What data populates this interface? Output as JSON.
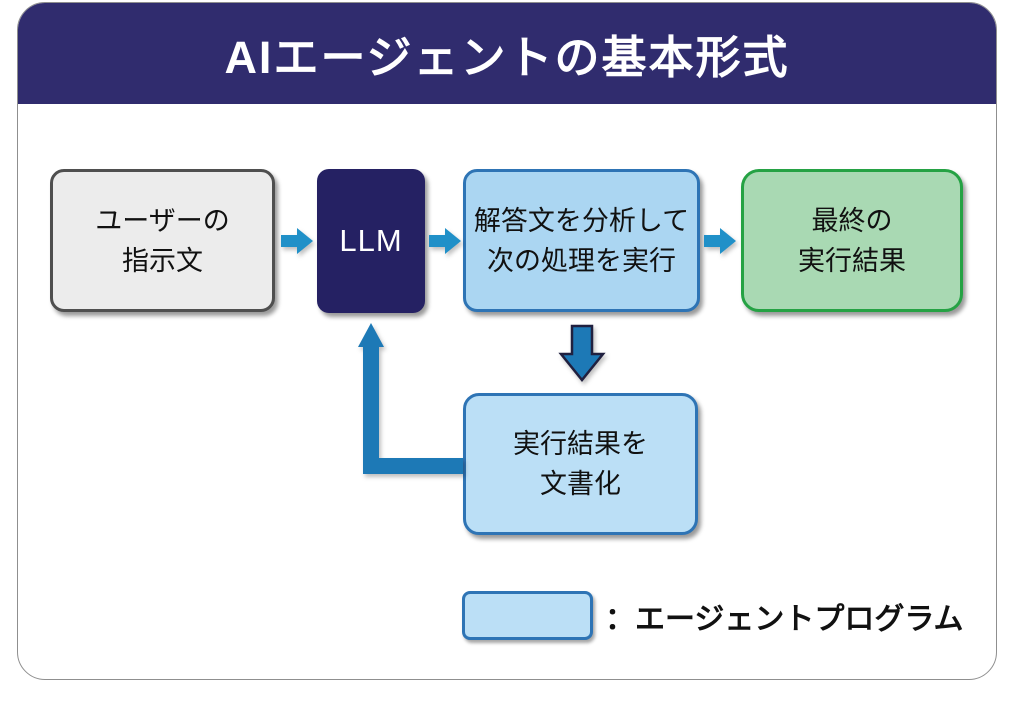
{
  "header": {
    "title": "AIエージェントの基本形式"
  },
  "nodes": {
    "user": {
      "line1": "ユーザーの",
      "line2": "指示文"
    },
    "llm": {
      "label": "LLM"
    },
    "analyze": {
      "line1": "解答文を分析して",
      "line2": "次の処理を実行"
    },
    "final": {
      "line1": "最終の",
      "line2": "実行結果"
    },
    "document": {
      "line1": "実行結果を",
      "line2": "文書化"
    }
  },
  "arrows": [
    {
      "name": "arrow-user-to-llm",
      "direction": "right"
    },
    {
      "name": "arrow-llm-to-analyze",
      "direction": "right"
    },
    {
      "name": "arrow-analyze-to-final",
      "direction": "right"
    },
    {
      "name": "arrow-analyze-to-document",
      "direction": "down"
    },
    {
      "name": "arrow-document-to-llm",
      "direction": "up-feedback"
    }
  ],
  "legend": {
    "label": "：エージェントプログラム"
  },
  "colors": {
    "header_bg": "#302c6e",
    "llm_bg": "#252163",
    "user_fill": "#ececec",
    "user_border": "#4f4f4f",
    "agent_fill": "#abd6f2",
    "agent_fill_light": "#bbdff6",
    "agent_border": "#2e74b5",
    "result_fill": "#a9d9b3",
    "result_border": "#25a244",
    "arrow_small": "#2090c8",
    "arrow_large": "#1d79b6",
    "title_text": "#ffffff",
    "body_text": "#111111"
  }
}
